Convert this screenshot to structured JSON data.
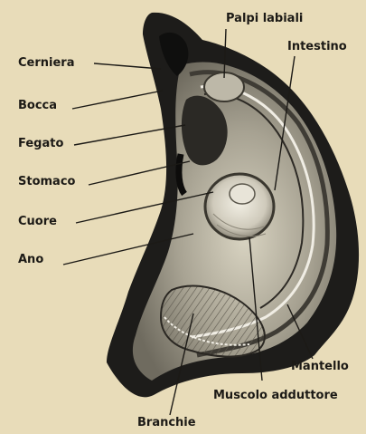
{
  "figure": {
    "labels_left": {
      "hinge": "Cerniera",
      "mouth": "Bocca",
      "liver": "Fegato",
      "stomach": "Stomaco",
      "heart": "Cuore",
      "anus": "Ano"
    },
    "labels_top": {
      "labial_palps": "Palpi labiali",
      "intestine": "Intestino"
    },
    "labels_bottom": {
      "mantle": "Mantello",
      "adductor_muscle": "Muscolo adduttore",
      "gills": "Branchie"
    }
  }
}
